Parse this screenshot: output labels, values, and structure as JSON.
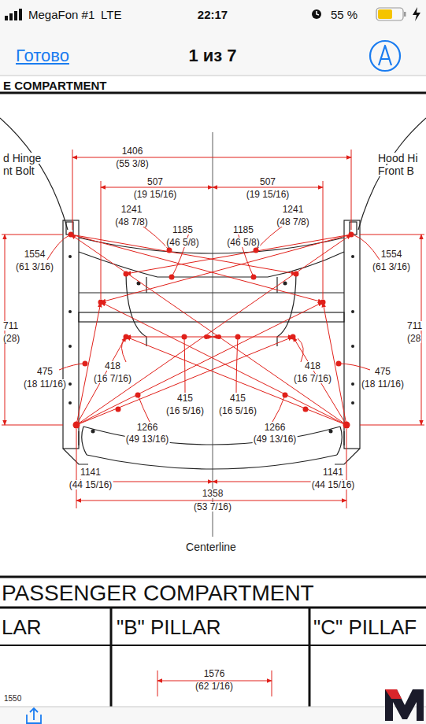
{
  "diagram": {
    "labels": [
      "MegaFon #1",
      "LTE",
      "22:17",
      "55 %",
      "Готово",
      "1 из 7",
      "E COMPARTMENT",
      "d Hinge",
      "nt Bolt",
      "Hood Hi",
      "Front B",
      "1406",
      "(55 3/8)",
      "507",
      "(19 15/16)",
      "507",
      "(19 15/16)",
      "1241",
      "(48 7/8)",
      "1241",
      "(48 7/8)",
      "1185",
      "(46 5/8)",
      "1185",
      "(46 5/8)",
      "1554",
      "(61 3/16)",
      "1554",
      "(61 3/16)",
      "711",
      "(28)",
      "711",
      "(28",
      "418",
      "(16 7/16)",
      "418",
      "(16 7/16)",
      "475",
      "(18 11/16)",
      "475",
      "(18 11/16)",
      "415",
      "(16 5/16)",
      "415",
      "(16 5/16)",
      "1266",
      "(49 13/16)",
      "1266",
      "(49 13/16)",
      "1141",
      "(44 15/16)",
      "1141",
      "(44 15/16)",
      "1358",
      "(53 7/16)",
      "Centerline",
      "PASSENGER COMPARTMENT",
      "LAR",
      "\"B\" PILLAR",
      "\"C\" PILLAF",
      "1576",
      "(62 1/16)",
      "1550"
    ]
  }
}
